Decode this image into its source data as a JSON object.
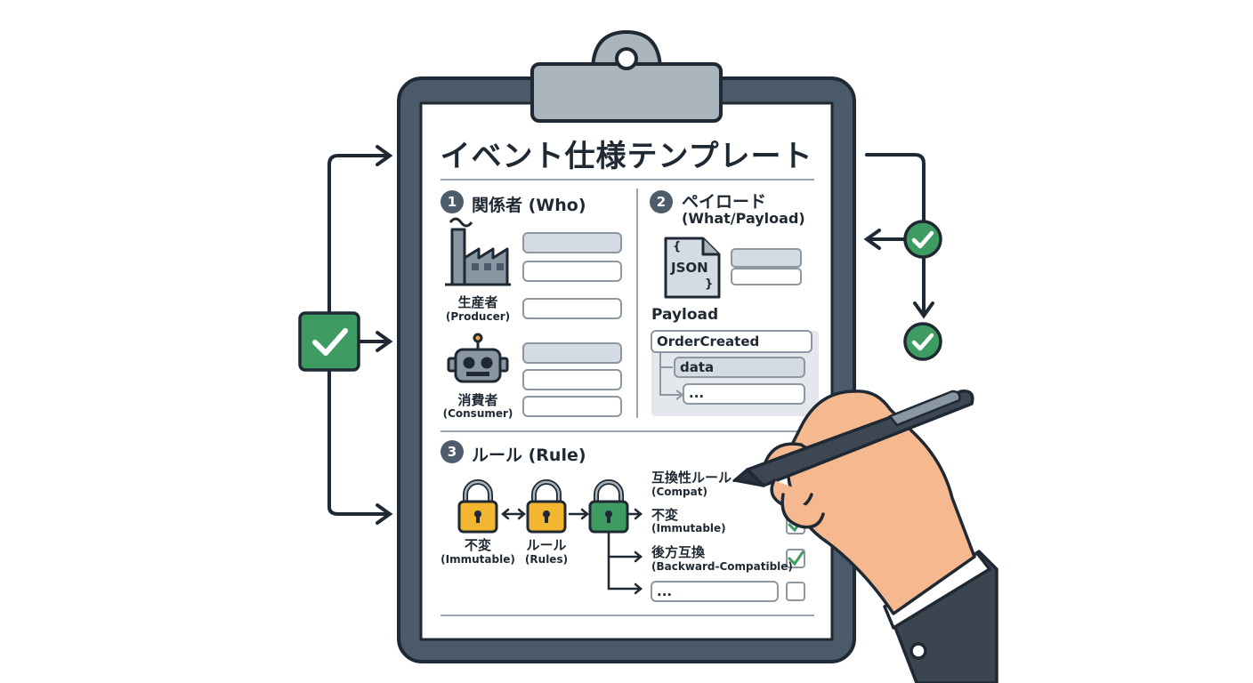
{
  "title": "イベント仕様テンプレート",
  "sections": {
    "who": {
      "number": "1",
      "label": "関係者 (Who)"
    },
    "payload": {
      "number": "2",
      "label": "ペイロード",
      "sublabel": "(What/Payload)"
    },
    "rule": {
      "number": "3",
      "label": "ルール (Rule)"
    }
  },
  "who": {
    "producer": {
      "label": "生産者",
      "sublabel": "(Producer)"
    },
    "consumer": {
      "label": "消費者",
      "sublabel": "(Consumer)"
    }
  },
  "payload": {
    "json_icon_text": "JSON",
    "json_brace_open": "{",
    "json_brace_close": "}",
    "payload_label": "Payload",
    "event_name": "OrderCreated",
    "data_field": "data",
    "ellipsis_field": "..."
  },
  "rules": {
    "lock1": {
      "label": "不変",
      "sublabel": "(Immutable)"
    },
    "lock2": {
      "label": "ルール",
      "sublabel": "(Rules)"
    },
    "compat": {
      "label": "互換性ルール..",
      "sublabel": "(Compat)"
    },
    "immutable": {
      "label": "不変",
      "sublabel": "(Immutable)"
    },
    "backward": {
      "label": "後方互換",
      "sublabel": "(Backward-Compatible)"
    },
    "ellipsis": "..."
  },
  "colors": {
    "board": "#4b5a68",
    "clip": "#aab4bd",
    "green": "#3e9b62",
    "lock_yellow": "#f2b631",
    "field_fill": "#d5dbe2",
    "field_border": "#8c97a2",
    "skin": "#f6b98f",
    "sleeve": "#3a4550"
  }
}
